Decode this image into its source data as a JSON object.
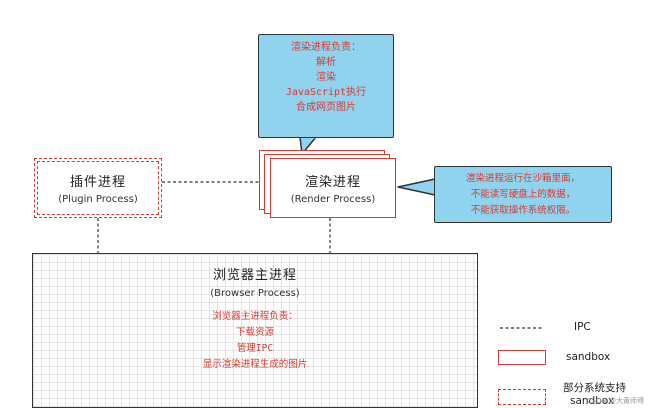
{
  "render_bubble": {
    "title": "渲染进程负责：",
    "lines": [
      "解析",
      "渲染",
      "JavaScript执行",
      "合成网页图片"
    ]
  },
  "sandbox_bubble": {
    "lines": [
      "渲染进程运行在沙箱里面，",
      "不能读写硬盘上的数据，",
      "不能获取操作系统权限。"
    ]
  },
  "plugin_process": {
    "title": "插件进程",
    "subtitle": "(Plugin Process)"
  },
  "render_process": {
    "title": "渲染进程",
    "subtitle": "(Render Process)"
  },
  "browser_process": {
    "title": "浏览器主进程",
    "subtitle": "(Browser Process)",
    "duties_title": "浏览器主进程负责：",
    "duties": [
      "下载资源",
      "管理IPC",
      "显示渲染进程生成的图片"
    ]
  },
  "legend": {
    "ipc": "IPC",
    "sandbox": "sandbox",
    "partial_line1": "部分系统支持",
    "partial_line2": "sandbox"
  },
  "watermark": "CSDN @大黄师傅",
  "colors": {
    "accent_red": "#e0362c",
    "bubble_blue": "#8fd3ee",
    "line_dark": "#333333"
  }
}
